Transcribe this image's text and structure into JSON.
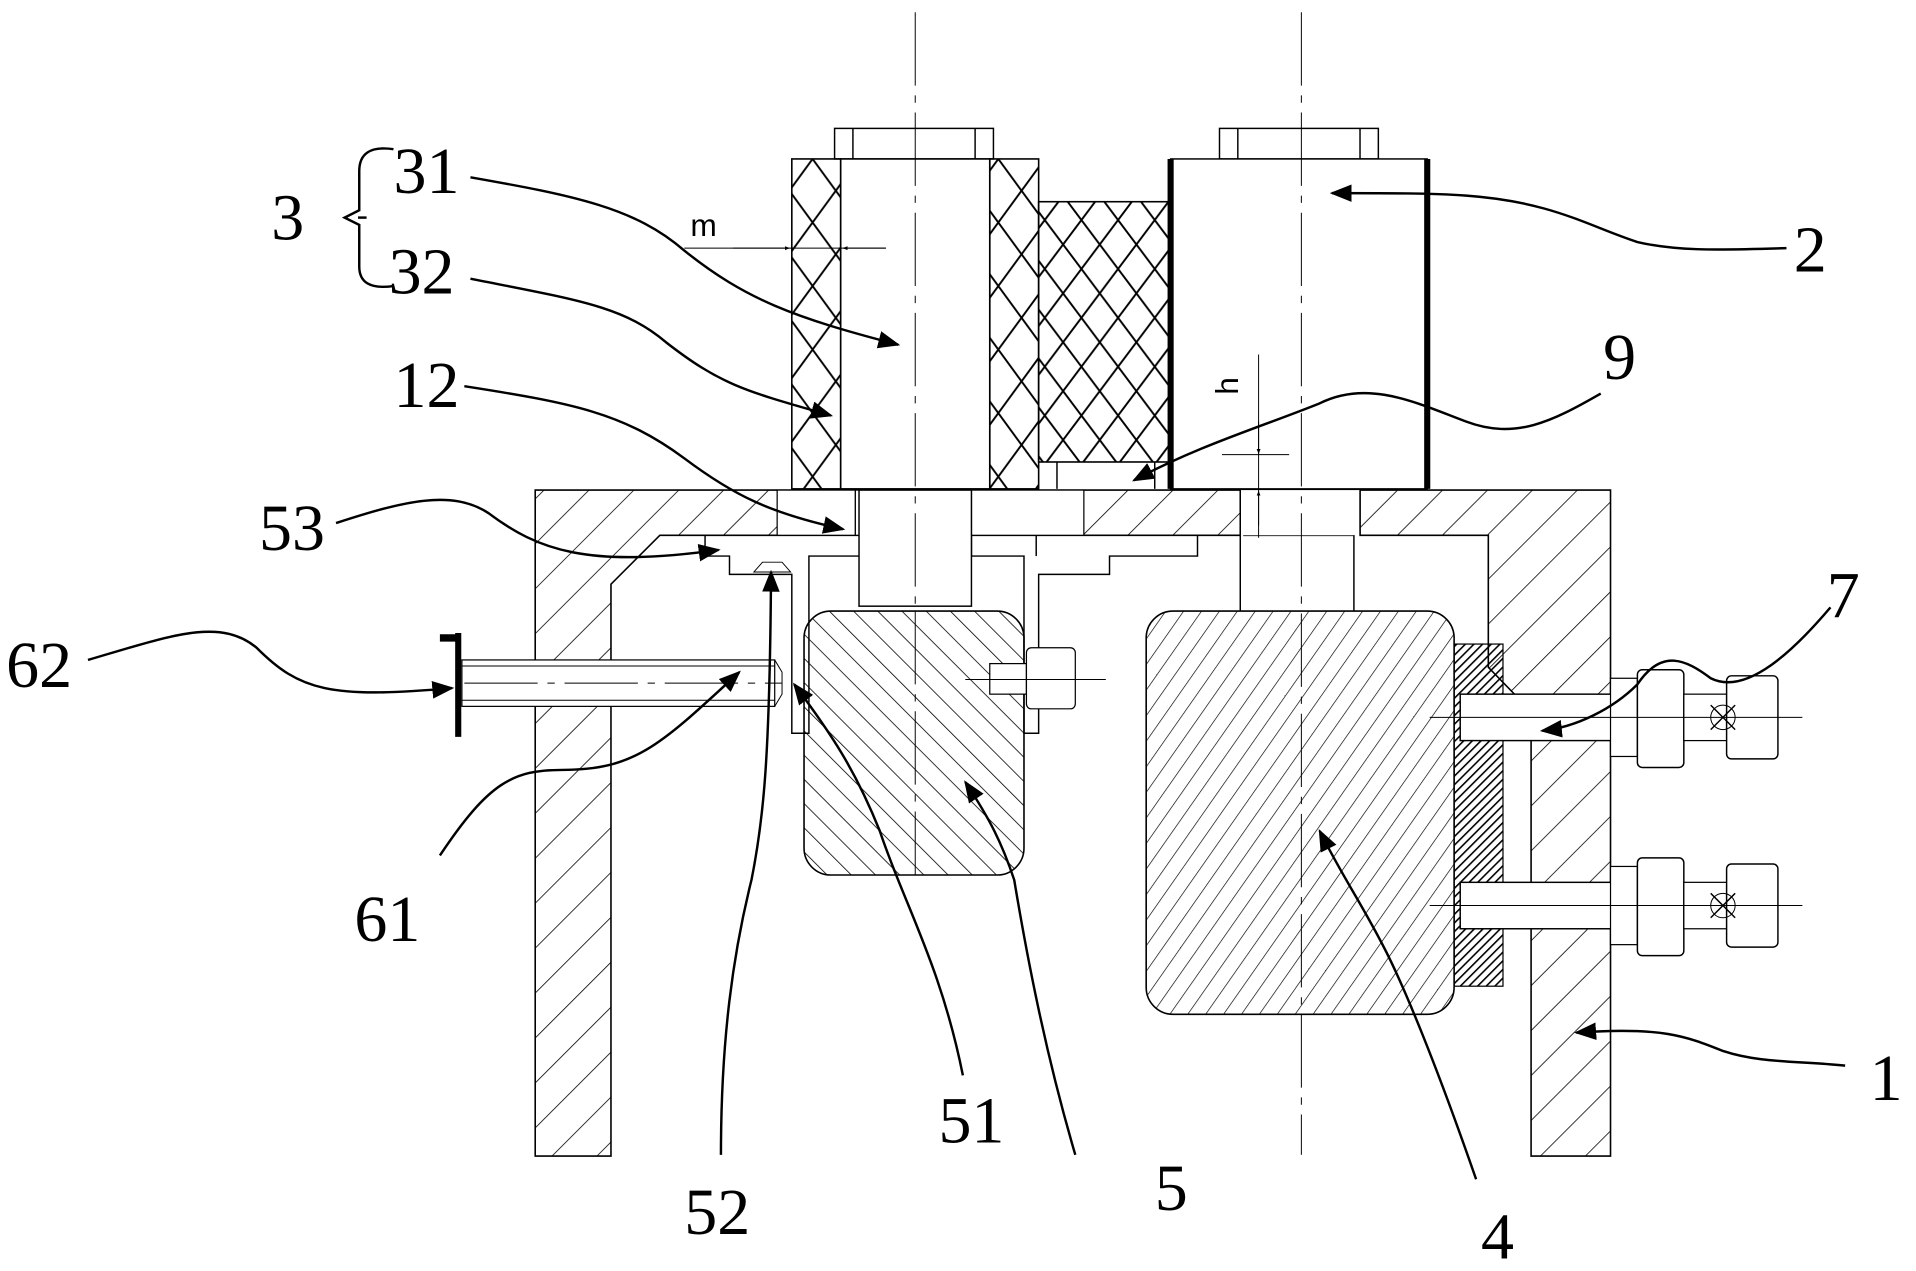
{
  "figure": {
    "type": "patent mechanical cross-section drawing",
    "labels": {
      "l3": "3",
      "l31": "31",
      "l32": "32",
      "l12": "12",
      "l53": "53",
      "l62": "62",
      "l61": "61",
      "l52": "52",
      "l51": "51",
      "l5": "5",
      "l4": "4",
      "l1": "1",
      "l7": "7",
      "l9": "9",
      "l2": "2"
    },
    "dimensions": {
      "m": "m",
      "h": "h"
    },
    "colors": {
      "ink": "#000000",
      "paper": "#ffffff"
    }
  }
}
